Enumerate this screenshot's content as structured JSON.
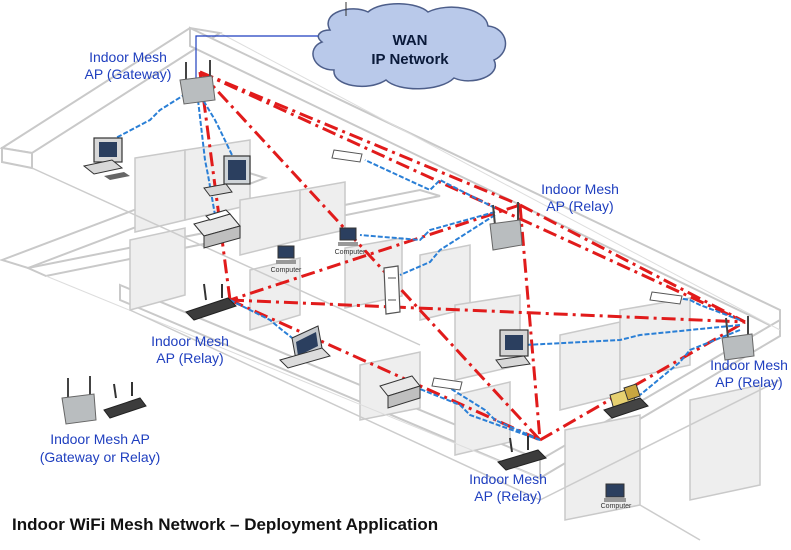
{
  "cloud": {
    "line1": "WAN",
    "line2": "IP Network"
  },
  "labels": {
    "gateway": [
      "Indoor Mesh",
      "AP (Gateway)"
    ],
    "relay_top": [
      "Indoor Mesh",
      "AP (Relay)"
    ],
    "relay_left": [
      "Indoor Mesh",
      "AP (Relay)"
    ],
    "relay_right": [
      "Indoor Mesh",
      "AP (Relay)"
    ],
    "relay_bottom": [
      "Indoor Mesh",
      "AP (Relay)"
    ],
    "legend": [
      "Indoor Mesh AP",
      "(Gateway or Relay)"
    ]
  },
  "device_labels": {
    "computer": "Computer"
  },
  "caption": "Indoor WiFi Mesh Network – Deployment Application",
  "colors": {
    "mesh_link": "#e11b1b",
    "wireless_link": "#2a7fd6",
    "label_text": "#1f3fbf",
    "cloud": "#b9c9ea"
  }
}
